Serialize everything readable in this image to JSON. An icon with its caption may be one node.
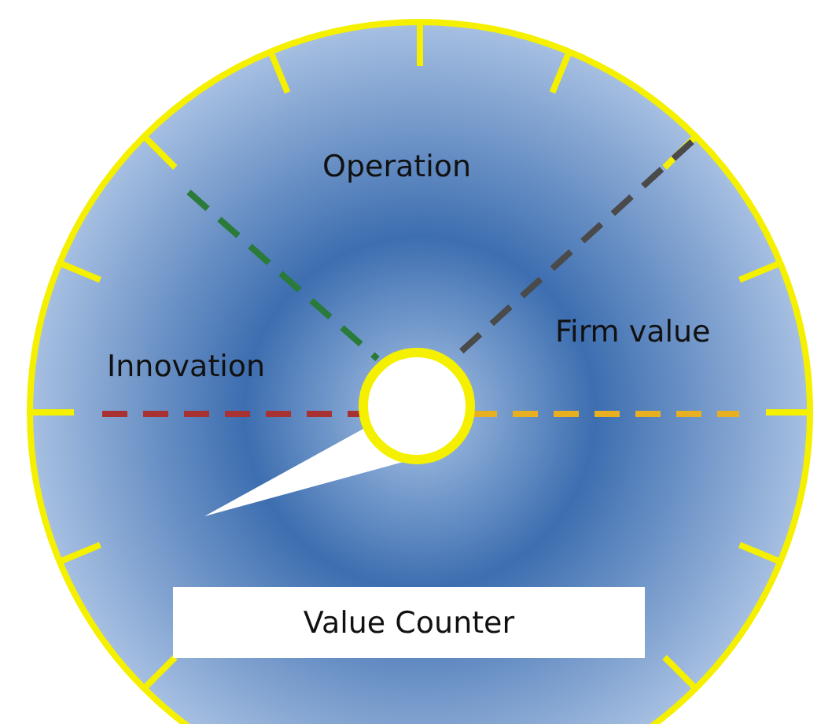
{
  "diagram": {
    "nodes": [
      {
        "text": [
          "Value Counter"
        ]
      }
    ],
    "edges": [],
    "labels": [
      "Operation",
      "Firm value",
      "Innovation"
    ]
  }
}
